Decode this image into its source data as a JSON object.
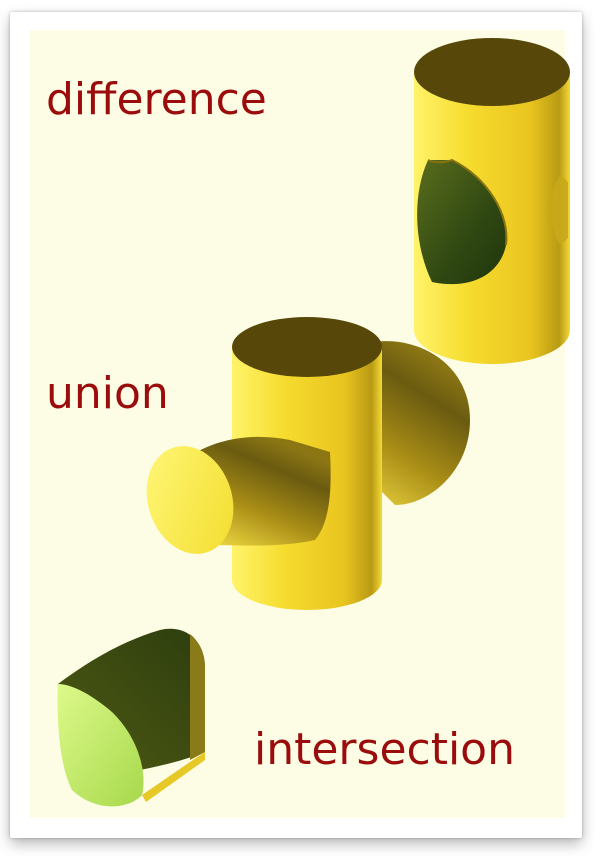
{
  "labels": {
    "difference": "difference",
    "union": "union",
    "intersection": "intersection"
  },
  "colors": {
    "background": "#fdfde6",
    "label_text": "#9b0d0d",
    "cylinder_light": "#fff15a",
    "cylinder_mid": "#f2d22a",
    "cylinder_dark": "#6b5d10",
    "cap_top": "#57480a",
    "cut_surface": "#3f5a16",
    "intersection_light": "#b7e860"
  },
  "icons": {
    "difference_shape": "cylinder-minus-cylinder-icon",
    "union_shape": "cylinder-plus-cylinder-icon",
    "intersection_shape": "cylinder-and-cylinder-icon"
  }
}
